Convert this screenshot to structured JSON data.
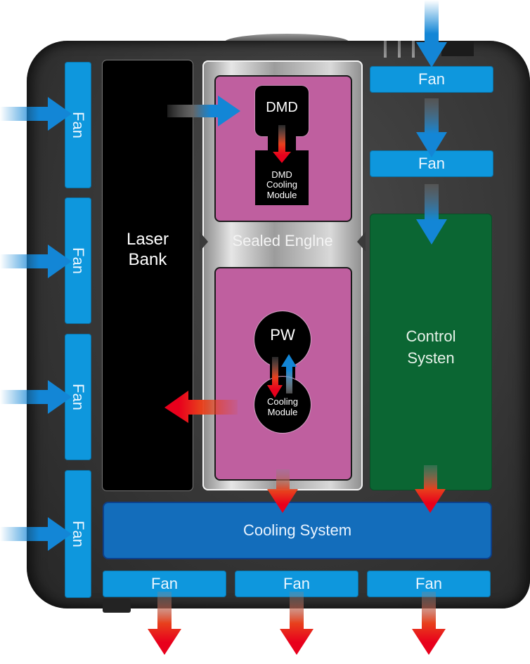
{
  "diagram": {
    "components": {
      "laser_bank": "Laser\nBank",
      "sealed_engine": "Sealed Englne",
      "dmd": "DMD",
      "dmd_cooling_module": "DMD\nCooling\nModule",
      "pw": "PW",
      "pw_cooling_module": "Cooling\nModule",
      "control_system": "Control\nSysten",
      "cooling_system": "Cooling System"
    },
    "fans": {
      "left": [
        "Fan",
        "Fan",
        "Fan",
        "Fan"
      ],
      "right_top": [
        "Fan",
        "Fan"
      ],
      "bottom": [
        "Fan",
        "Fan",
        "Fan"
      ]
    },
    "colors": {
      "fan_blue": "#0e97dd",
      "intake_arrow_blue": "#1386d6",
      "exhaust_arrow_red": "#e8001c",
      "engine_pink": "#bf5f9f",
      "control_green": "#0b6633",
      "cooling_blue": "#136dbb",
      "laser_black": "#000000"
    },
    "airflow": {
      "intake": "blue arrows into left fans and top-right fan",
      "exhaust": "red arrows out of bottom fans"
    }
  }
}
